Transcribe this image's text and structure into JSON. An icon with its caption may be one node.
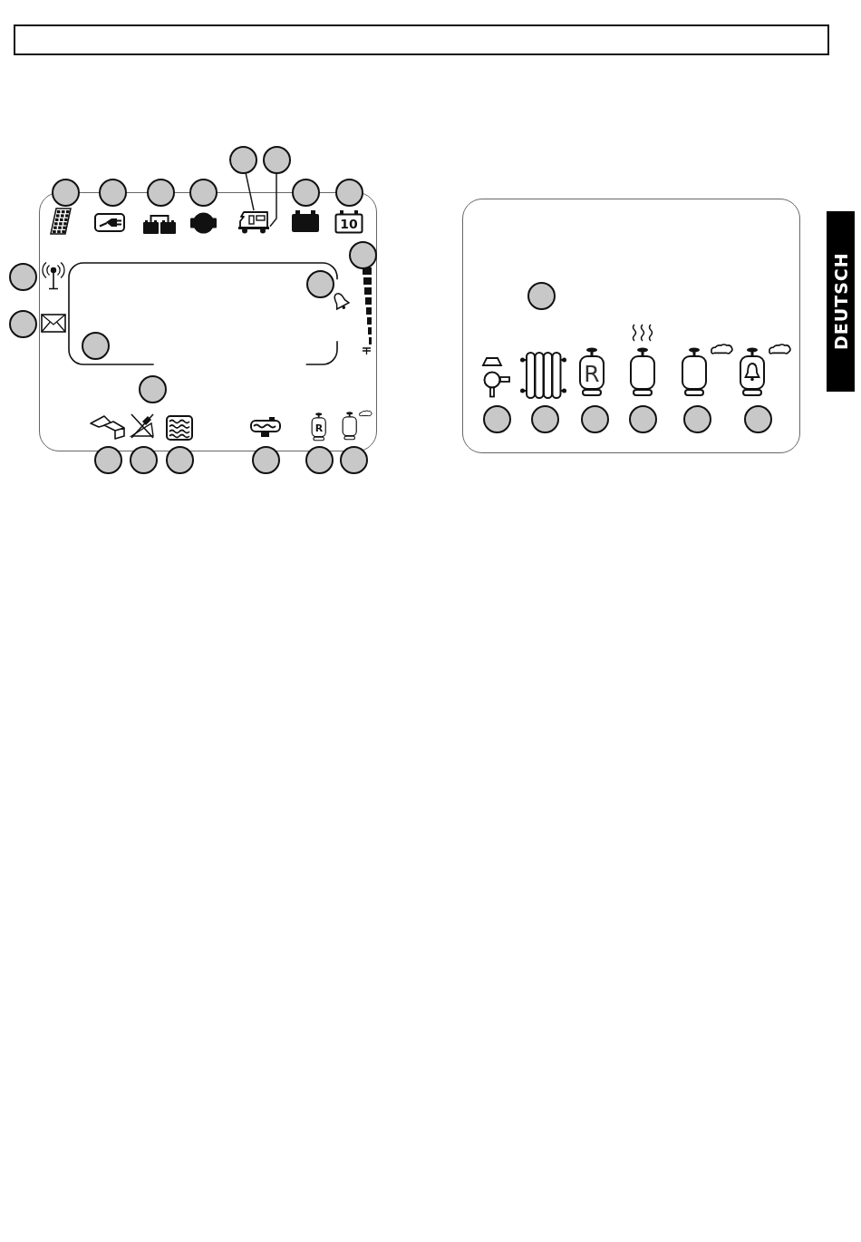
{
  "diagram": {
    "nodes": [
      {
        "text": [],
        "shape": "circle"
      },
      {
        "text": [],
        "shape": "circle"
      },
      {
        "text": [],
        "shape": "circle"
      },
      {
        "text": [],
        "shape": "circle"
      },
      {
        "text": [],
        "shape": "circle"
      },
      {
        "text": [],
        "shape": "circle"
      },
      {
        "text": [],
        "shape": "circle"
      },
      {
        "text": [],
        "shape": "circle"
      },
      {
        "text": [],
        "shape": "picture"
      },
      {
        "text": [],
        "shape": "circle"
      },
      {
        "text": [],
        "shape": "circle"
      },
      {
        "text": [],
        "shape": "circle"
      },
      {
        "text": [],
        "shape": "circle"
      },
      {
        "text": [],
        "shape": "circle"
      },
      {
        "text": [],
        "shape": "circle"
      },
      {
        "text": [],
        "shape": "circle"
      },
      {
        "text": [],
        "shape": "circle"
      },
      {
        "text": [],
        "shape": "circle"
      },
      {
        "text": [],
        "shape": "circle"
      },
      {
        "text": [],
        "shape": "circle"
      },
      {
        "text": [],
        "shape": "circle"
      },
      {
        "text": [],
        "shape": "circle"
      },
      {
        "text": [],
        "shape": "circle"
      },
      {
        "text": [],
        "shape": "circle"
      },
      {
        "text": [],
        "shape": "circle"
      },
      {
        "text": [],
        "shape": "circle"
      },
      {
        "text": [],
        "shape": "circle"
      },
      {
        "text": [],
        "shape": "circle"
      }
    ],
    "edges": [
      {
        "from": 4,
        "to": 8,
        "arrow": "none"
      },
      {
        "from": 5,
        "to": 8,
        "arrow": "none"
      }
    ],
    "labels": [
      "10",
      "R",
      "R",
      "DEUTSCH"
    ]
  }
}
